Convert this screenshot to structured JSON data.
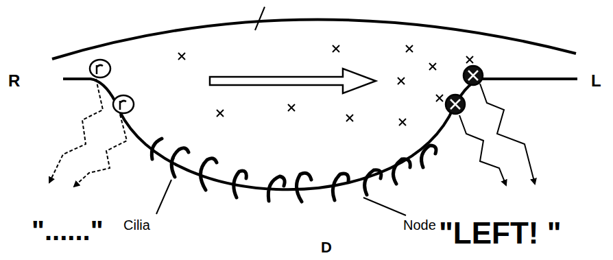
{
  "diagram": {
    "labels": [
      "R",
      "L",
      "Cilia",
      "Node",
      "D",
      "\"......\"",
      "\"LEFT! \""
    ]
  }
}
